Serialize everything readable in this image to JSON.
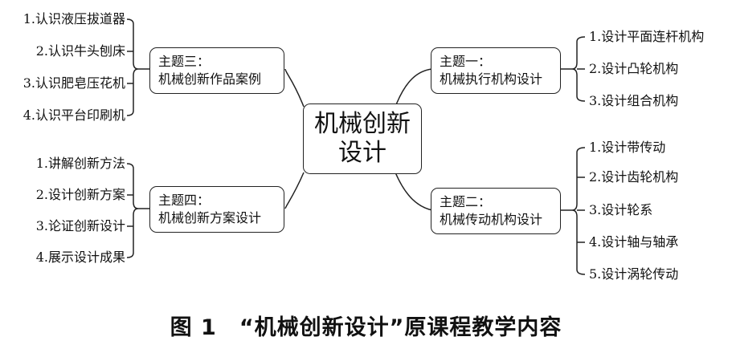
{
  "center": {
    "line1": "机械创新",
    "line2": "设计"
  },
  "topics": {
    "one": {
      "label": "主题一：",
      "title": "机械执行机构设计",
      "items": [
        "1.设计平面连杆机构",
        "2.设计凸轮机构",
        "3.设计组合机构"
      ]
    },
    "two": {
      "label": "主题二：",
      "title": "机械传动机构设计",
      "items": [
        "1.设计带传动",
        "2.设计齿轮机构",
        "3.设计轮系",
        "4.设计轴与轴承",
        "5.设计涡轮传动"
      ]
    },
    "three": {
      "label": "主题三：",
      "title": "机械创新作品案例",
      "items": [
        "1.认识液压拔道器",
        "2.认识牛头刨床",
        "3.认识肥皂压花机",
        "4.认识平台印刷机"
      ]
    },
    "four": {
      "label": "主题四：",
      "title": "机械创新方案设计",
      "items": [
        "1.讲解创新方法",
        "2.设计创新方案",
        "3.论证创新设计",
        "4.展示设计成果"
      ]
    }
  },
  "caption": "图 1　“机械创新设计”原课程教学内容"
}
